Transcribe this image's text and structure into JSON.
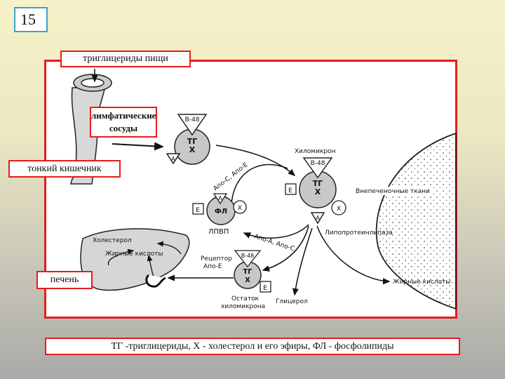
{
  "slide_number": "15",
  "labels": {
    "food_triglycerides": "триглицериды пищи",
    "lymphatic_vessels_line1": "лимфатические",
    "lymphatic_vessels_line2": "сосуды",
    "small_intestine": "тонкий кишечник",
    "liver": "печень",
    "legend": "ТГ -триглицериды, Х - холестерол и его эфиры, ФЛ - фосфолипиды"
  },
  "diagram": {
    "chylomicron_nascent": {
      "apo_b": "В-48",
      "tg": "ТГ",
      "x": "Х",
      "apo_a": "А"
    },
    "chylomicron_mature": {
      "title": "Хиломикрон",
      "apo_b": "В-48",
      "tg": "ТГ",
      "x": "Х",
      "apo_e": "Е",
      "apo_x": "Х",
      "apo_a": "А"
    },
    "hdl": {
      "label": "ЛПВП",
      "fl": "ФЛ",
      "apo_a": "А",
      "e": "Е",
      "x": "Х"
    },
    "remnant": {
      "apo_b": "В-48",
      "tg": "ТГ",
      "x": "Х",
      "e": "Е",
      "label_line1": "Остаток",
      "label_line2": "хиломикрона"
    },
    "liver_text": {
      "cholesterol": "Холестерол",
      "fatty_acids": "Жирные кислоты"
    },
    "receptor_line1": "Рецептор",
    "receptor_line2": "Апо-Е",
    "apo_ce": "Апо-С, Апо-Е",
    "apo_ac": "Апо-А,  Апо-С",
    "extrahepatic": "Внепеченочные ткани",
    "lipoprotein_lipase": "Липопротеинлипаза",
    "fatty_acids_out": "Жирные кислоты",
    "glycerol": "Глицерол"
  }
}
